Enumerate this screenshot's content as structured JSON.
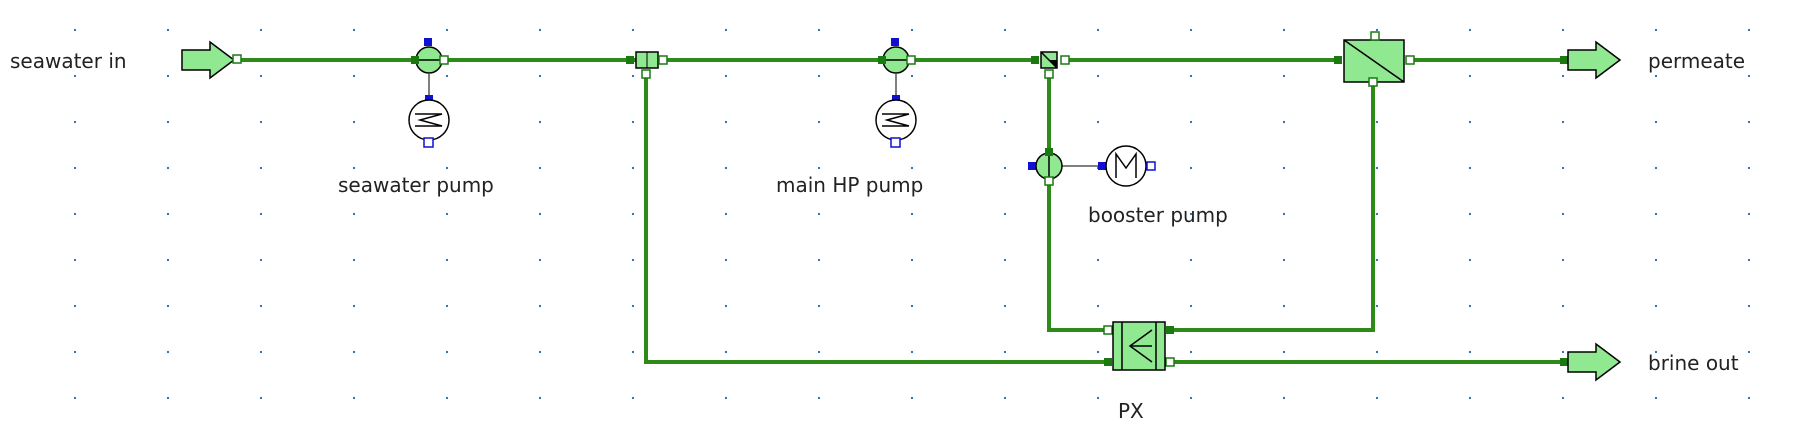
{
  "diagram": {
    "labels": {
      "seawater_in": "seawater in",
      "seawater_pump": "seawater pump",
      "main_hp_pump": "main HP pump",
      "booster_pump": "booster pump",
      "permeate": "permeate",
      "brine_out": "brine out",
      "px": "PX"
    },
    "colors": {
      "pipe": "#2e8b1a",
      "port": "#1a7a10",
      "component_fill": "#90e890",
      "component_stroke": "#000000",
      "signal_port": "#1010d0",
      "background_dot": "#2060c0",
      "text": "#222222"
    },
    "icons": [
      "inlet-arrow-icon",
      "outlet-arrow-icon",
      "pump-icon",
      "motor-icon",
      "heat-exchanger-icon",
      "mixer-icon",
      "splitter-icon",
      "ro-membrane-icon",
      "pressure-exchanger-icon"
    ]
  }
}
